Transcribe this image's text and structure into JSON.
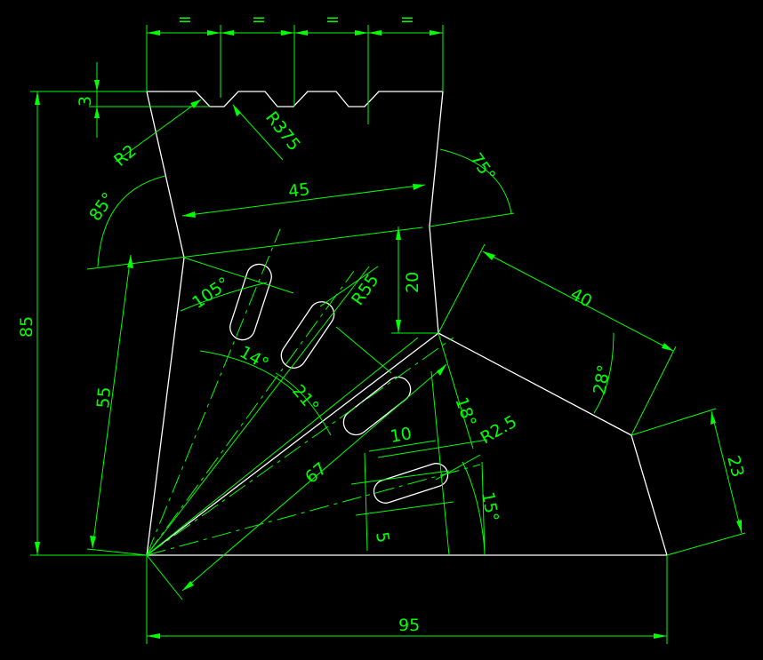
{
  "colors": {
    "background": "#000000",
    "outline": "#ffffff",
    "dimension": "#00ff00"
  },
  "labels": {
    "eq1": "=",
    "eq2": "=",
    "eq3": "=",
    "eq4": "=",
    "d3": "3",
    "r2": "R2",
    "r375": "R375",
    "a75": "75°",
    "d45": "45",
    "a85": "85°",
    "d85": "85",
    "a105": "105°",
    "r55": "R55",
    "d20": "20",
    "d40": "40",
    "a28": "28°",
    "a14": "14°",
    "a21": "21°",
    "a18": "18°",
    "r25": "R2.5",
    "d10": "10",
    "d55": "55",
    "d67": "67",
    "a15": "15°",
    "d5": "5",
    "d23": "23",
    "d95": "95"
  }
}
